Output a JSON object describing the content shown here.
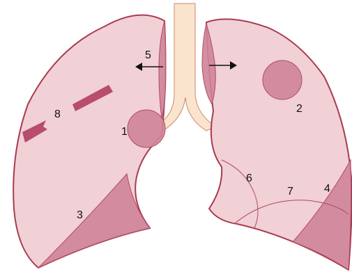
{
  "colors": {
    "lung_fill": "#f1d0d6",
    "lung_stroke": "#a83c4e",
    "lesion_fill": "#cf8499",
    "lesion_stroke": "#b04a60",
    "trachea_fill": "#fbe4cd",
    "trachea_stroke": "#c9896f",
    "band_stripe": "#b84d6e",
    "arrow": "#111111"
  },
  "labels": {
    "l1": "1",
    "l2": "2",
    "l3": "3",
    "l4": "4",
    "l5": "5",
    "l6": "6",
    "l7": "7",
    "l8": "8"
  },
  "icons": {
    "arrow_left": "left-arrow-icon",
    "arrow_right": "right-arrow-icon"
  }
}
